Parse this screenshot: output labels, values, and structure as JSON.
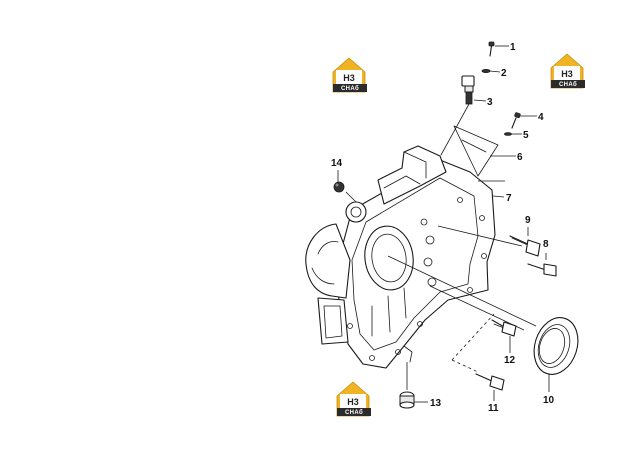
{
  "logo": {
    "monogram": "H3",
    "wordmark": "CHAб",
    "accent_color": "#f0b323",
    "dark_color": "#2b2b2b"
  },
  "callouts": [
    {
      "id": "1",
      "label": "1"
    },
    {
      "id": "2",
      "label": "2"
    },
    {
      "id": "3",
      "label": "3"
    },
    {
      "id": "4",
      "label": "4"
    },
    {
      "id": "5",
      "label": "5"
    },
    {
      "id": "6",
      "label": "6"
    },
    {
      "id": "7",
      "label": "7"
    },
    {
      "id": "8",
      "label": "8"
    },
    {
      "id": "9",
      "label": "9"
    },
    {
      "id": "10",
      "label": "10"
    },
    {
      "id": "11",
      "label": "11"
    },
    {
      "id": "12",
      "label": "12"
    },
    {
      "id": "13",
      "label": "13"
    },
    {
      "id": "14",
      "label": "14"
    }
  ]
}
